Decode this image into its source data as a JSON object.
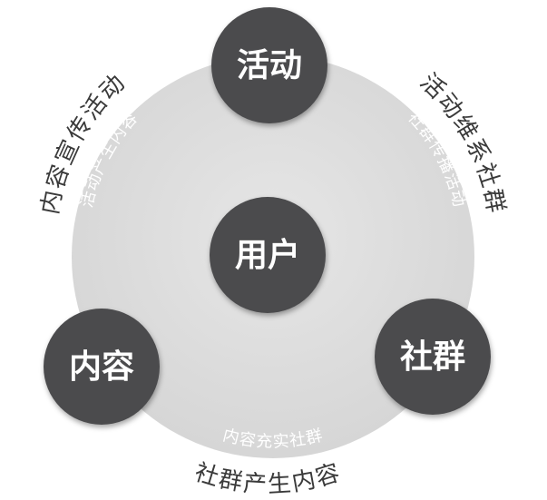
{
  "center_node": {
    "label": "用户"
  },
  "nodes": {
    "top": {
      "label": "活动"
    },
    "left": {
      "label": "内容"
    },
    "right": {
      "label": "社群"
    }
  },
  "outer_labels": {
    "top_left": "内容宣传活动",
    "top_right": "活动维系社群",
    "bottom": "社群产生内容"
  },
  "inner_labels": {
    "top_left": "活动产生内容",
    "top_right": "社群传播活动",
    "bottom": "内容充实社群"
  },
  "colors": {
    "ring_fill": "#e0e0e0",
    "node_fill": "#4b4b4d",
    "node_text": "#ffffff",
    "outer_text": "#3a3a3a",
    "inner_text": "#ffffff"
  }
}
